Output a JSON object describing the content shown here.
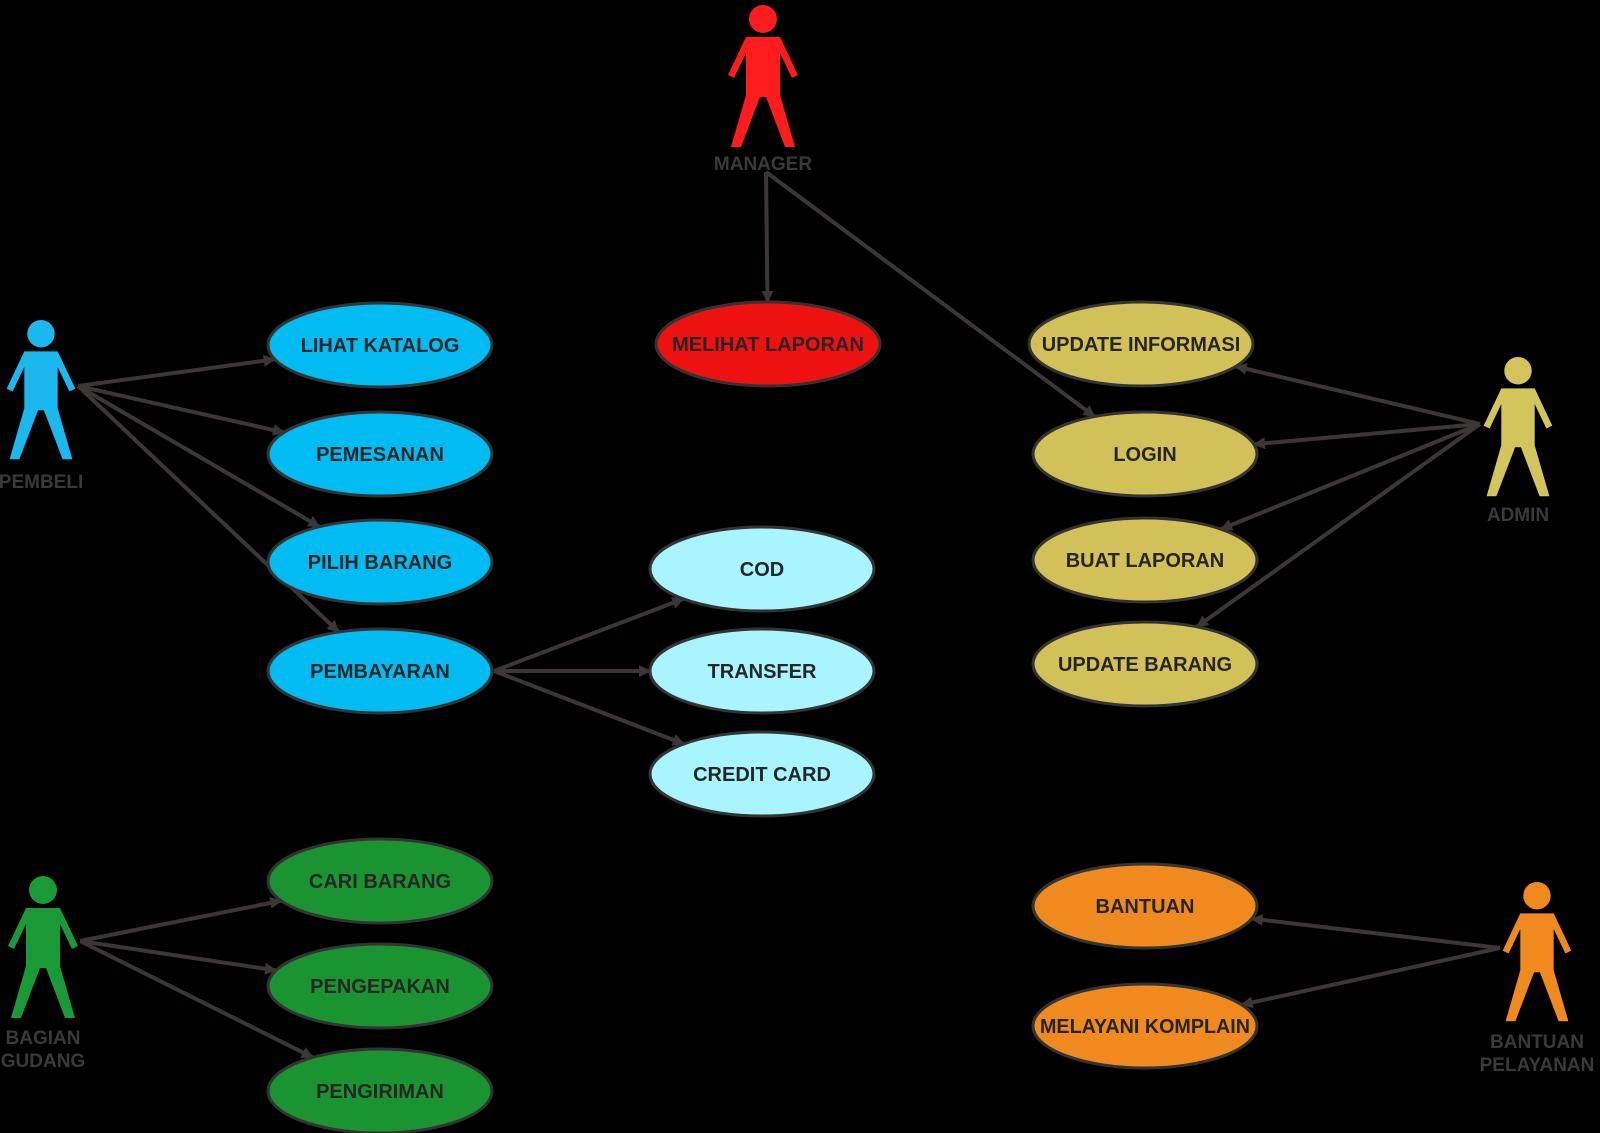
{
  "actors": {
    "manager": {
      "lines": [
        "MANAGER"
      ],
      "color": "#ff1c1c"
    },
    "pembeli": {
      "lines": [
        "PEMBELI"
      ],
      "color": "#1ab8ee"
    },
    "admin": {
      "lines": [
        "ADMIN"
      ],
      "color": "#d4c45c"
    },
    "gudang": {
      "lines": [
        "BAGIAN",
        "GUDANG"
      ],
      "color": "#1a9a36"
    },
    "bantuan": {
      "lines": [
        "BANTUAN",
        "PELAYANAN"
      ],
      "color": "#f08a1e"
    }
  },
  "use_cases": {
    "lihat_katalog": {
      "label": "LIHAT KATALOG",
      "fill": "#00bcf2"
    },
    "pemesanan": {
      "label": "PEMESANAN",
      "fill": "#00bcf2"
    },
    "pilih_barang": {
      "label": "PILIH BARANG",
      "fill": "#00bcf2"
    },
    "pembayaran": {
      "label": "PEMBAYARAN",
      "fill": "#00bcf2"
    },
    "melihat_laporan": {
      "label": "MELIHAT LAPORAN",
      "fill": "#ee1111"
    },
    "cod": {
      "label": "COD",
      "fill": "#a8f4ff"
    },
    "transfer": {
      "label": "TRANSFER",
      "fill": "#a8f4ff"
    },
    "credit_card": {
      "label": "CREDIT CARD",
      "fill": "#a8f4ff"
    },
    "update_informasi": {
      "label": "UPDATE INFORMASI",
      "fill": "#d2c058"
    },
    "login": {
      "label": "LOGIN",
      "fill": "#d2c058"
    },
    "buat_laporan": {
      "label": "BUAT LAPORAN",
      "fill": "#d2c058"
    },
    "update_barang": {
      "label": "UPDATE BARANG",
      "fill": "#d2c058"
    },
    "cari_barang": {
      "label": "CARI BARANG",
      "fill": "#1a9430"
    },
    "pengepakan": {
      "label": "PENGEPAKAN",
      "fill": "#1a9430"
    },
    "pengiriman": {
      "label": "PENGIRIMAN",
      "fill": "#1a9430"
    },
    "bantuan": {
      "label": "BANTUAN",
      "fill": "#f08a1e"
    },
    "melayani_komplain": {
      "label": "MELAYANI KOMPLAIN",
      "fill": "#f08a1e"
    }
  },
  "connections": [
    {
      "from": "manager",
      "to": "melihat_laporan"
    },
    {
      "from": "manager",
      "to": "login"
    },
    {
      "from": "pembeli",
      "to": "lihat_katalog"
    },
    {
      "from": "pembeli",
      "to": "pemesanan"
    },
    {
      "from": "pembeli",
      "to": "pilih_barang"
    },
    {
      "from": "pembeli",
      "to": "pembayaran"
    },
    {
      "from": "pembayaran",
      "to": "cod"
    },
    {
      "from": "pembayaran",
      "to": "transfer"
    },
    {
      "from": "pembayaran",
      "to": "credit_card"
    },
    {
      "from": "admin",
      "to": "update_informasi"
    },
    {
      "from": "admin",
      "to": "login"
    },
    {
      "from": "admin",
      "to": "buat_laporan"
    },
    {
      "from": "admin",
      "to": "update_barang"
    },
    {
      "from": "gudang",
      "to": "cari_barang"
    },
    {
      "from": "gudang",
      "to": "pengepakan"
    },
    {
      "from": "gudang",
      "to": "pengiriman"
    },
    {
      "from": "bantuan",
      "to": "bantuan"
    },
    {
      "from": "bantuan",
      "to": "melayani_komplain"
    }
  ],
  "style": {
    "background": "#000000",
    "connector_color": "#3d3636",
    "use_case_stroke": "#333333",
    "use_case_text": "#262626"
  }
}
